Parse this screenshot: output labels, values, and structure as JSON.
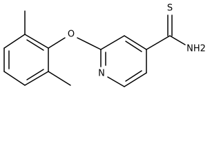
{
  "molecule": {
    "atoms": {
      "oxygen": "O",
      "nitrogen": "N",
      "sulfur": "S",
      "amine": "NH2"
    }
  }
}
